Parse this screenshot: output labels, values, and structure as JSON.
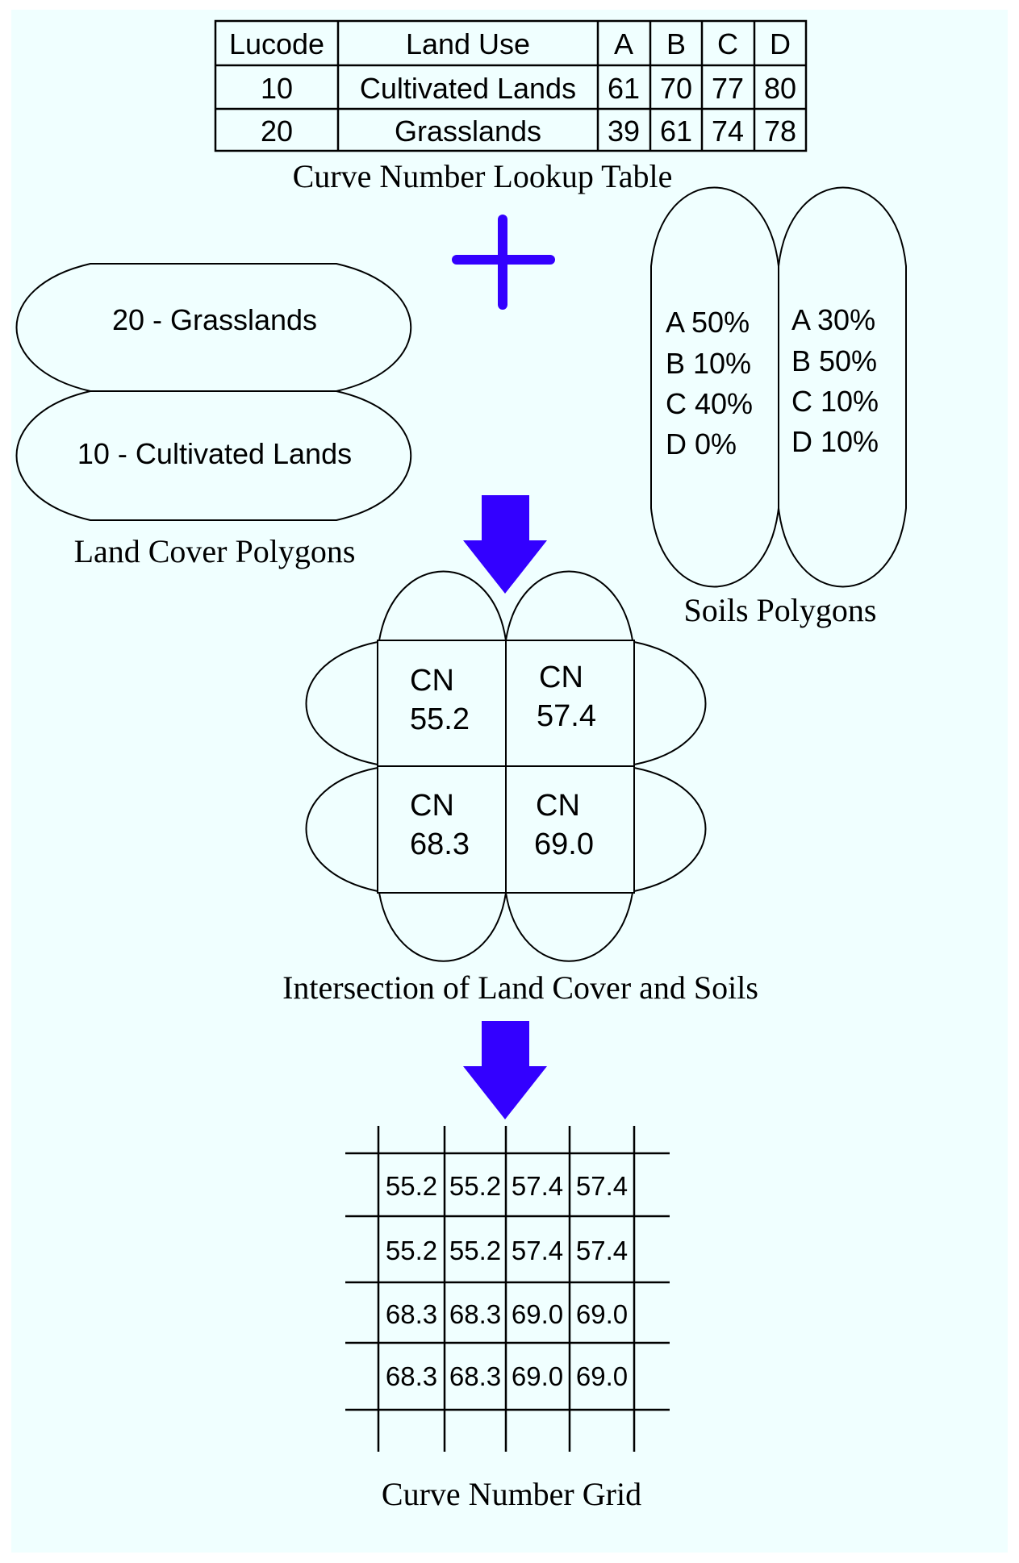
{
  "colors": {
    "background": "#f0ffff",
    "outline": "#000000",
    "arrow": "#3300ff"
  },
  "lookup_table": {
    "headers": [
      "Lucode",
      "Land Use",
      "A",
      "B",
      "C",
      "D"
    ],
    "rows": [
      [
        "10",
        "Cultivated Lands",
        "61",
        "70",
        "77",
        "80"
      ],
      [
        "20",
        "Grasslands",
        "39",
        "61",
        "74",
        "78"
      ]
    ],
    "caption": "Curve Number Lookup Table"
  },
  "land_cover": {
    "top_polygon": "20 - Grasslands",
    "bottom_polygon": "10 - Cultivated Lands",
    "caption": "Land Cover Polygons"
  },
  "soils": {
    "left_polygon": [
      "A 50%",
      "B 10%",
      "C 40%",
      "D 0%"
    ],
    "right_polygon": [
      "A 30%",
      "B 50%",
      "C 10%",
      "D 10%"
    ],
    "caption": "Soils Polygons"
  },
  "intersection": {
    "label": "CN",
    "values": [
      "55.2",
      "57.4",
      "68.3",
      "69.0"
    ],
    "caption": "Intersection of Land Cover and Soils"
  },
  "grid": {
    "rows": [
      [
        "55.2",
        "55.2",
        "57.4",
        "57.4"
      ],
      [
        "55.2",
        "55.2",
        "57.4",
        "57.4"
      ],
      [
        "68.3",
        "68.3",
        "69.0",
        "69.0"
      ],
      [
        "68.3",
        "68.3",
        "69.0",
        "69.0"
      ]
    ],
    "caption": "Curve Number Grid"
  }
}
